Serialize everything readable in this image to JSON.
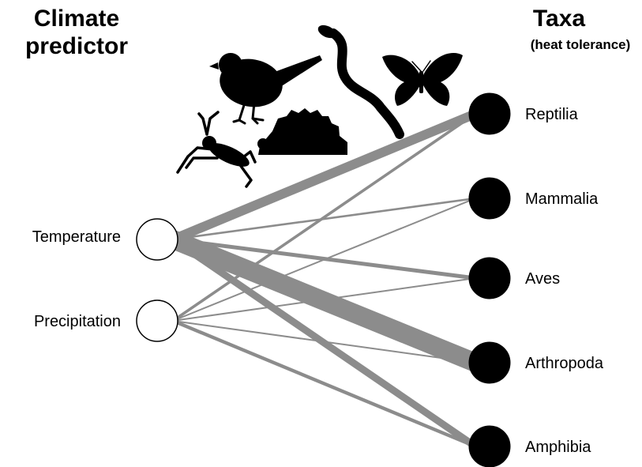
{
  "headers": {
    "left_line1": "Climate",
    "left_line2": "predictor",
    "right_line1": "Taxa",
    "right_line2": "(heat tolerance)"
  },
  "predictors": [
    {
      "id": "temperature",
      "label": "Temperature"
    },
    {
      "id": "precipitation",
      "label": "Precipitation"
    }
  ],
  "taxa": [
    {
      "id": "reptilia",
      "label": "Reptilia"
    },
    {
      "id": "mammalia",
      "label": "Mammalia"
    },
    {
      "id": "aves",
      "label": "Aves"
    },
    {
      "id": "arthropoda",
      "label": "Arthropoda"
    },
    {
      "id": "amphibia",
      "label": "Amphibia"
    }
  ],
  "links": [
    {
      "from": "temperature",
      "to": "reptilia",
      "strength": 6
    },
    {
      "from": "temperature",
      "to": "mammalia",
      "strength": 1.3
    },
    {
      "from": "temperature",
      "to": "aves",
      "strength": 2.5
    },
    {
      "from": "temperature",
      "to": "arthropoda",
      "strength": 12
    },
    {
      "from": "temperature",
      "to": "amphibia",
      "strength": 4.5
    },
    {
      "from": "precipitation",
      "to": "reptilia",
      "strength": 1.8
    },
    {
      "from": "precipitation",
      "to": "mammalia",
      "strength": 1
    },
    {
      "from": "precipitation",
      "to": "aves",
      "strength": 1
    },
    {
      "from": "precipitation",
      "to": "arthropoda",
      "strength": 1
    },
    {
      "from": "precipitation",
      "to": "amphibia",
      "strength": 2.2
    }
  ],
  "icons": [
    "bird-icon",
    "snake-icon",
    "butterfly-icon",
    "frog-icon",
    "hedgehog-icon"
  ],
  "colors": {
    "link": "#8c8c8c",
    "taxon_node": "#000000",
    "predictor_node": "#ffffff"
  }
}
